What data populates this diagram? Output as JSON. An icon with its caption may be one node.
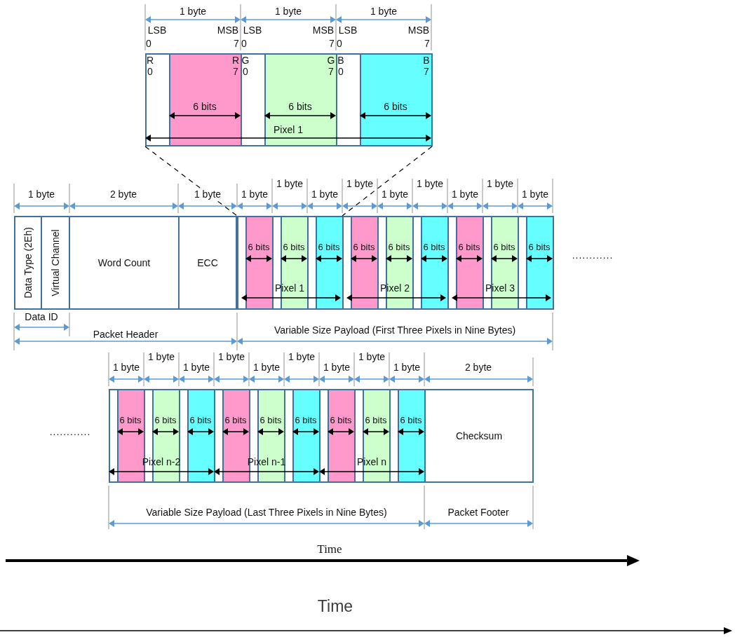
{
  "diagram": {
    "nodes": [
      {
        "text": [],
        "shape": "box"
      },
      {
        "text": [
          "Data Type (2Eh)"
        ]
      },
      {
        "text": [
          "Virtual Channel"
        ]
      },
      {
        "text": [
          "Word Count"
        ]
      },
      {
        "text": [
          "ECC"
        ]
      },
      {
        "text": [],
        "shape": "box"
      },
      {
        "text": [
          "Checksum"
        ]
      }
    ],
    "edges": [
      {
        "from": 0,
        "to": 5,
        "arrow": "none",
        "style": "dashed"
      },
      {
        "from": 0,
        "to": 5,
        "arrow": "none",
        "style": "dashed"
      }
    ],
    "labels": [
      "1 byte",
      "1 byte",
      "1 byte",
      "LSB",
      "MSB",
      "0",
      "7",
      "LSB",
      "MSB",
      "0",
      "7",
      "LSB",
      "MSB",
      "0",
      "7",
      "R",
      "R",
      "0",
      "7",
      "G",
      "G",
      "0",
      "7",
      "B",
      "B",
      "0",
      "7",
      "6 bits",
      "6 bits",
      "6 bits",
      "Pixel 1",
      "1 byte",
      "1 byte",
      "1 byte",
      "1 byte",
      "1 byte",
      "2 byte",
      "1 byte",
      "1 byte",
      "1 byte",
      "1 byte",
      "1 byte",
      "1 byte",
      "6 bits",
      "6 bits",
      "6 bits",
      "6 bits",
      "6 bits",
      "6 bits",
      "6 bits",
      "6 bits",
      "6 bits",
      "Pixel 1",
      "Pixel 2",
      "Pixel 3",
      "............",
      "Data ID",
      "Packet Header",
      "Variable Size Payload (First Three Pixels in Nine Bytes)",
      "1 byte",
      "1 byte",
      "1 byte",
      "1 byte",
      "1 byte",
      "1 byte",
      "1 byte",
      "1 byte",
      "1 byte",
      "2 byte",
      "............",
      "6 bits",
      "6 bits",
      "6 bits",
      "6 bits",
      "6 bits",
      "6 bits",
      "6 bits",
      "6 bits",
      "6 bits",
      "Pixel n-2",
      "Pixel n-1",
      "Pixel n",
      "Variable Size Payload (Last Three Pixels in Nine Bytes)",
      "Packet Footer",
      "Time",
      "Time"
    ]
  }
}
